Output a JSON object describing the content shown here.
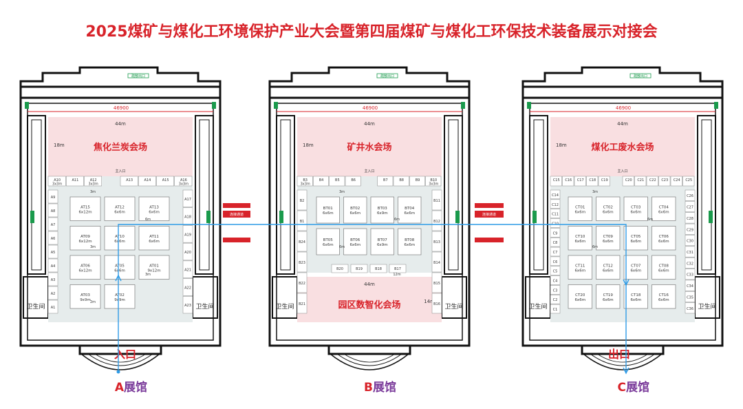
{
  "title": "2025煤矿与煤化工环境保护产业大会暨第四届煤矿与煤化工环保技术装备展示对接会",
  "colors": {
    "red": "#d8232a",
    "pink": "#f9dfe1",
    "gray": "#e6ecec",
    "blue": "#2e9be6",
    "green": "#1a9a4c",
    "purple": "#7a3a9a"
  },
  "common": {
    "width_mm": "46900",
    "width_m": "44m",
    "depth": "18m",
    "fire_exit": "疏散出口",
    "wc": "卫生间",
    "entrance_label": "主入口",
    "corridor_label": "连接通道"
  },
  "halls": [
    {
      "id": "A",
      "pav_letter": "A",
      "pav_suffix": "展馆",
      "venue": "焦化兰炭会场",
      "ext_label": "入口",
      "top_booths": [
        "A10",
        "A11",
        "A12",
        "",
        "A13",
        "A14",
        "A15",
        "A16"
      ],
      "top_sizes": [
        "3x3m",
        "",
        "3x3m",
        "",
        "",
        "",
        "",
        "3x3m"
      ],
      "left_booths": [
        "A9",
        "A8",
        "A7",
        "A6",
        "A5",
        "A4",
        "A3",
        "A2",
        "A1"
      ],
      "right_booths": [
        "A17",
        "A18",
        "A19",
        "A20",
        "A21",
        "A22",
        "A23"
      ],
      "islands": [
        {
          "code": "AT15",
          "size": "6x12m"
        },
        {
          "code": "AT12",
          "size": "6x6m"
        },
        {
          "code": "AT13",
          "size": "6x6m"
        },
        {
          "code": "AT09",
          "size": "6x12m"
        },
        {
          "code": "AT10",
          "size": "6x6m"
        },
        {
          "code": "AT11",
          "size": "6x6m"
        },
        {
          "code": "AT06",
          "size": "6x12m"
        },
        {
          "code": "AT05",
          "size": "6x6m"
        },
        {
          "code": "AT01",
          "size": "9x12m"
        },
        {
          "code": "AT03",
          "size": "9x9m"
        },
        {
          "code": "AT02",
          "size": "9x9m"
        }
      ],
      "aisle": [
        "3m",
        "6m",
        "3m",
        "3m",
        "2m"
      ]
    },
    {
      "id": "B",
      "pav_letter": "B",
      "pav_suffix": "展馆",
      "venue": "矿井水会场",
      "venue2": "园区数智化会场",
      "venue2_width": "44m",
      "venue2_depth": "14m",
      "top_booths": [
        "B3",
        "B4",
        "B5",
        "B6",
        "",
        "B7",
        "B8",
        "B9",
        "B10"
      ],
      "top_sizes": [
        "3x3m",
        "",
        "",
        "",
        "",
        "",
        "",
        "",
        "3x3m"
      ],
      "left_booths": [
        "B2",
        "B1",
        "B24",
        "B23",
        "B22",
        "B21"
      ],
      "right_booths": [
        "B11",
        "B12",
        "B13",
        "B14",
        "B15",
        "B16"
      ],
      "bottom_booths": [
        "B20",
        "B19",
        "B18",
        "B17"
      ],
      "islands": [
        {
          "code": "BT01",
          "size": "6x6m"
        },
        {
          "code": "BT02",
          "size": "6x6m"
        },
        {
          "code": "BT03",
          "size": "6x9m"
        },
        {
          "code": "BT04",
          "size": "6x6m"
        },
        {
          "code": "BT05",
          "size": "6x6m"
        },
        {
          "code": "BT06",
          "size": "6x6m"
        },
        {
          "code": "BT07",
          "size": "6x9m"
        },
        {
          "code": "BT08",
          "size": "6x6m"
        }
      ],
      "aisle": [
        "3m",
        "6m",
        "6m",
        "12m"
      ]
    },
    {
      "id": "C",
      "pav_letter": "C",
      "pav_suffix": "展馆",
      "venue": "煤化工废水会场",
      "ext_label": "出口",
      "top_booths": [
        "C15",
        "C16",
        "C17",
        "C18",
        "C19",
        "",
        "C20",
        "C21",
        "C22",
        "C23",
        "C24",
        "C25"
      ],
      "left_booths": [
        "C14",
        "C12",
        "C11",
        "C10",
        "C9",
        "C8",
        "C7",
        "C6",
        "C5",
        "C4",
        "C3",
        "C2",
        "C1"
      ],
      "right_booths": [
        "C26",
        "C27",
        "C28",
        "C29",
        "C30",
        "C31",
        "C32",
        "C33",
        "C34",
        "C35",
        "C36"
      ],
      "islands": [
        {
          "code": "CT01",
          "size": "6x6m"
        },
        {
          "code": "CT02",
          "size": "6x6m"
        },
        {
          "code": "CT03",
          "size": "6x6m"
        },
        {
          "code": "CT04",
          "size": "6x6m"
        },
        {
          "code": "CT10",
          "size": "6x6m"
        },
        {
          "code": "CT09",
          "size": "6x6m"
        },
        {
          "code": "CT05",
          "size": "6x6m"
        },
        {
          "code": "CT06",
          "size": "6x6m"
        },
        {
          "code": "CT11",
          "size": "6x6m"
        },
        {
          "code": "CT12",
          "size": "6x6m"
        },
        {
          "code": "CT07",
          "size": "6x6m"
        },
        {
          "code": "CT08",
          "size": "6x6m"
        },
        {
          "code": "CT20",
          "size": "6x6m"
        },
        {
          "code": "CT19",
          "size": "6x6m"
        },
        {
          "code": "CT18",
          "size": "6x6m"
        },
        {
          "code": "CT16",
          "size": "6x6m"
        }
      ],
      "aisle": [
        "3m",
        "6m",
        "6m"
      ]
    }
  ]
}
